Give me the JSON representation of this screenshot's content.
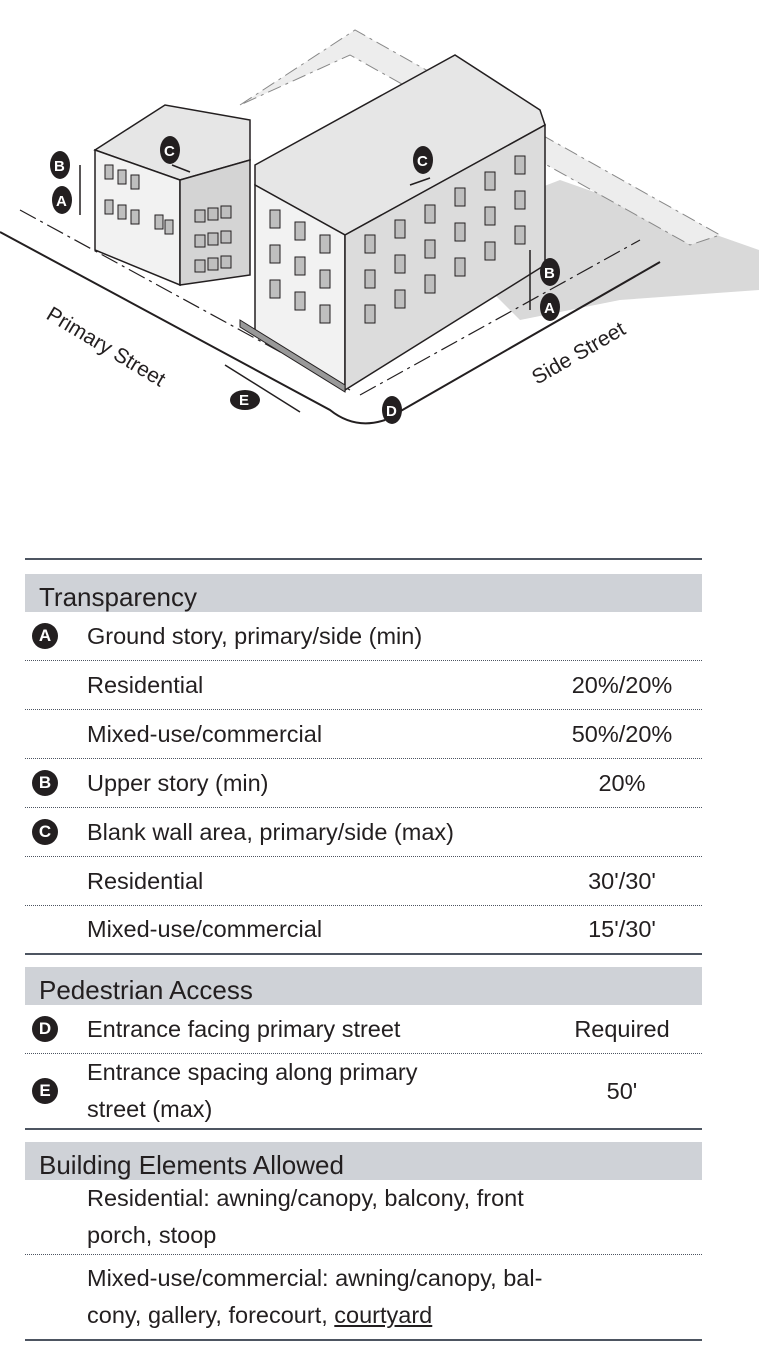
{
  "diagram": {
    "primary_street_label": "Primary Street",
    "side_street_label": "Side Street",
    "badges": {
      "A": "A",
      "B": "B",
      "C": "C",
      "D": "D",
      "E": "E"
    }
  },
  "transparency": {
    "heading": "Transparency",
    "a_marker": "A",
    "a_label": "Ground story, primary/side (min)",
    "a_res_label": "Residential",
    "a_res_value": "20%/20%",
    "a_mix_label": "Mixed-use/commercial",
    "a_mix_value": "50%/20%",
    "b_marker": "B",
    "b_label": "Upper story (min)",
    "b_value": "20%",
    "c_marker": "C",
    "c_label": "Blank wall area, primary/side (max)",
    "c_res_label": "Residential",
    "c_res_value": "30'/30'",
    "c_mix_label": "Mixed-use/commercial",
    "c_mix_value": "15'/30'"
  },
  "pedestrian": {
    "heading": "Pedestrian Access",
    "d_marker": "D",
    "d_label": "Entrance facing primary street",
    "d_value": "Required",
    "e_marker": "E",
    "e_label_line1": "Entrance spacing along primary",
    "e_label_line2": "street (max)",
    "e_value": "50'"
  },
  "elements": {
    "heading": "Building Elements Allowed",
    "res_line1": "Residential: awning/canopy, balcony, front",
    "res_line2": "porch, stoop",
    "mix_line1": "Mixed-use/commercial: awning/canopy, bal-",
    "mix_line2a": "cony, gallery, forecourt, ",
    "mix_line2b": "courtyard"
  }
}
